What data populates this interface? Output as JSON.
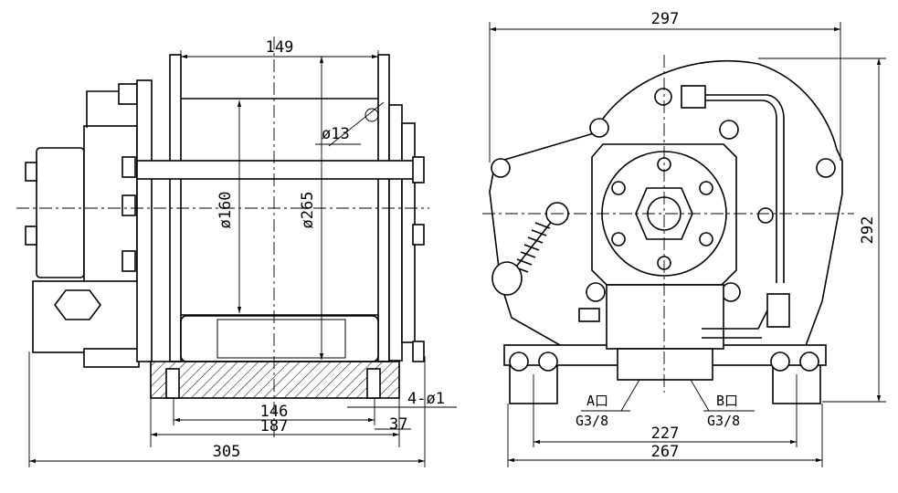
{
  "left_view": {
    "dim_top": "149",
    "dim_hole": "ø13",
    "dim_drum": "ø160",
    "dim_flange": "ø265",
    "dim_base_inner": "146",
    "dim_base_outer": "187",
    "dim_edge": "37",
    "dim_total": "305",
    "dim_holes": "4-ø1"
  },
  "right_view": {
    "dim_width": "297",
    "dim_height": "292",
    "dim_inner": "227",
    "dim_outer": "267",
    "port_a_label": "A口",
    "port_a_thread": "G3/8",
    "port_b_label": "B口",
    "port_b_thread": "G3/8"
  }
}
